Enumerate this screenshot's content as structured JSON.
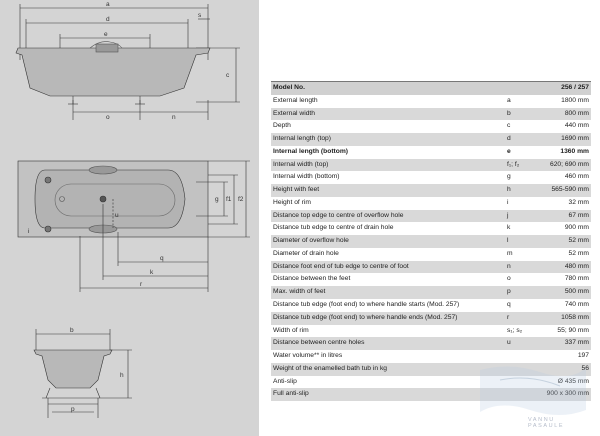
{
  "drawings": {
    "side_view_labels": {
      "a": "a",
      "d": "d",
      "s": "s",
      "e": "e",
      "c": "c",
      "o": "o",
      "n": "n"
    },
    "top_view_labels": {
      "g": "g",
      "f1": "f1",
      "f2": "f2",
      "i": "i",
      "u": "u",
      "q": "q",
      "k": "k",
      "r": "r"
    },
    "section_view_labels": {
      "b": "b",
      "h": "h",
      "p": "p"
    }
  },
  "spec_table": {
    "header": {
      "parameter": "Model No.",
      "symbol": "",
      "value": "256 / 257"
    },
    "rows": [
      {
        "parameter": "External length",
        "symbol": "a",
        "value": "1800 mm",
        "bold": false
      },
      {
        "parameter": "External width",
        "symbol": "b",
        "value": "800 mm",
        "bold": false
      },
      {
        "parameter": "Depth",
        "symbol": "c",
        "value": "440 mm",
        "bold": false
      },
      {
        "parameter": "Internal length (top)",
        "symbol": "d",
        "value": "1690 mm",
        "bold": false
      },
      {
        "parameter": "Internal length (bottom)",
        "symbol": "e",
        "value": "1360 mm",
        "bold": true
      },
      {
        "parameter": "Internal width (top)",
        "symbol": "f₁; f₂",
        "value": "620; 690 mm",
        "bold": false
      },
      {
        "parameter": "Internal width (bottom)",
        "symbol": "g",
        "value": "460 mm",
        "bold": false
      },
      {
        "parameter": "Height with feet",
        "symbol": "h",
        "value": "565-590 mm",
        "bold": false
      },
      {
        "parameter": "Height of rim",
        "symbol": "i",
        "value": "32 mm",
        "bold": false
      },
      {
        "parameter": "Distance top edge to centre of overflow hole",
        "symbol": "j",
        "value": "67 mm",
        "bold": false
      },
      {
        "parameter": "Distance tub edge to centre of drain hole",
        "symbol": "k",
        "value": "900 mm",
        "bold": false
      },
      {
        "parameter": "Diameter of overflow hole",
        "symbol": "l",
        "value": "52 mm",
        "bold": false
      },
      {
        "parameter": "Diameter of drain hole",
        "symbol": "m",
        "value": "52 mm",
        "bold": false
      },
      {
        "parameter": "Distance foot end of tub edge to centre of foot",
        "symbol": "n",
        "value": "480 mm",
        "bold": false
      },
      {
        "parameter": "Distance between the feet",
        "symbol": "o",
        "value": "780 mm",
        "bold": false
      },
      {
        "parameter": "Max. width of feet",
        "symbol": "p",
        "value": "500 mm",
        "bold": false
      },
      {
        "parameter": "Distance tub edge (foot end) to where handle starts (Mod. 257)",
        "symbol": "q",
        "value": "740 mm",
        "bold": false
      },
      {
        "parameter": "Distance tub edge (foot end) to where handle ends (Mod. 257)",
        "symbol": "r",
        "value": "1058 mm",
        "bold": false
      },
      {
        "parameter": "Width of rim",
        "symbol": "s₁; s₂",
        "value": "55; 90 mm",
        "bold": false
      },
      {
        "parameter": "Distance between centre holes",
        "symbol": "u",
        "value": "337 mm",
        "bold": false
      },
      {
        "parameter": "Water volume** in litres",
        "symbol": "",
        "value": "197",
        "bold": false
      },
      {
        "parameter": "Weight of the enamelled bath tub in kg",
        "symbol": "",
        "value": "56",
        "bold": false
      },
      {
        "parameter": "Anti-slip",
        "symbol": "",
        "value": "Ø 435 mm",
        "bold": false
      },
      {
        "parameter": "Full anti-slip",
        "symbol": "",
        "value": "900 x 300 mm",
        "bold": false
      }
    ]
  },
  "watermark": {
    "line1": "VANNU",
    "line2": "PASAULE"
  },
  "colors": {
    "panel_bg": "#d4d4d4",
    "row_shade": "#d9d9d9",
    "tub_fill": "#b8b8b8",
    "line": "#333333"
  }
}
